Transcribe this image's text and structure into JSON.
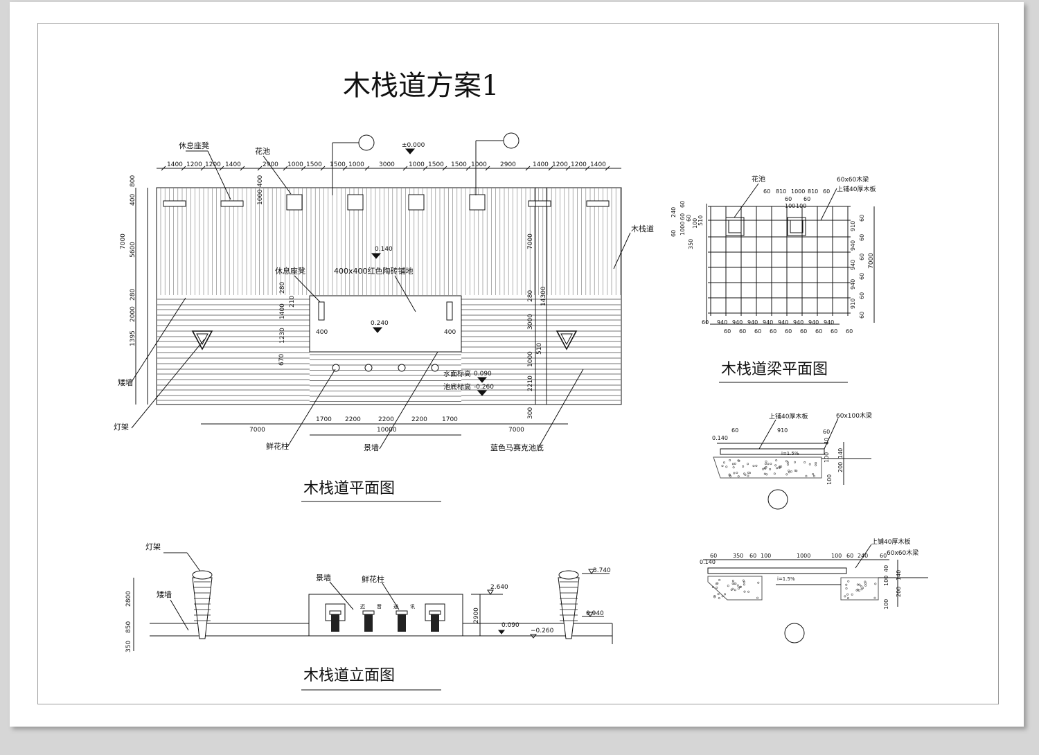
{
  "title": "木栈道方案1",
  "views": {
    "plan": {
      "title": "木栈道平面图",
      "elevation_mark": "±0.000",
      "top_dims": [
        "1400",
        "1200",
        "1200",
        "1400",
        "2900",
        "1000",
        "1500",
        "1500",
        "1000",
        "3000",
        "1000",
        "1500",
        "1500",
        "1000",
        "2900",
        "1400",
        "1200",
        "1200",
        "1400"
      ],
      "left_dims": [
        "800",
        "400",
        "1000",
        "5600",
        "280",
        "2000",
        "1395",
        "670",
        "7000"
      ],
      "left_small_dims": [
        "400",
        "280",
        "210",
        "1400",
        "1230"
      ],
      "right_dims": [
        "7000",
        "14300",
        "280",
        "3000",
        "510",
        "1000",
        "2210",
        "300"
      ],
      "bottom_dims": [
        "7000",
        "1700",
        "2200",
        "2200",
        "2200",
        "1700",
        "7000",
        "10000"
      ],
      "labels": {
        "rest_bench_top": "休息座凳",
        "planter": "花池",
        "boardwalk": "木栈道",
        "rest_bench_mid": "休息座凳",
        "red_tile": "400x400红色陶砖铺地",
        "level_0140": "0.140",
        "level_0240": "0.240",
        "dim_400_left": "400",
        "dim_400_right": "400",
        "low_wall": "矮墙",
        "light_rack": "灯架",
        "flower_column": "鲜花柱",
        "feature_wall": "景墙",
        "blue_mosaic": "蓝色马赛克池底",
        "water_level": "水面标高",
        "water_level_value": "0.090",
        "pool_bottom": "池底标高",
        "pool_bottom_value": "-0.260"
      }
    },
    "beam_plan": {
      "title": "木栈道梁平面图",
      "labels": {
        "planter": "花池",
        "beam": "60x60木梁",
        "board": "上铺40厚木板"
      },
      "top_dims": [
        "60",
        "810",
        "1000",
        "810",
        "60"
      ],
      "top_dims2": [
        "60",
        "60"
      ],
      "top_dims3": [
        "100",
        "100"
      ],
      "left_dims": [
        "60",
        "240",
        "60",
        "60",
        "1000",
        "350",
        "60",
        "100",
        "510"
      ],
      "right_dims": [
        "60",
        "910",
        "60",
        "940",
        "60",
        "940",
        "60",
        "940",
        "60",
        "910",
        "60"
      ],
      "right_total": "7000",
      "bottom_dims": [
        "60",
        "940",
        "940",
        "940",
        "940",
        "940",
        "940",
        "940",
        "940"
      ],
      "bottom_dims2": [
        "60",
        "60",
        "60",
        "60",
        "60",
        "60",
        "60",
        "60",
        "60"
      ]
    },
    "section1": {
      "labels": {
        "board": "上铺40厚木板",
        "beam": "60x100木梁",
        "level": "0.140",
        "slope": "i=1.5%"
      },
      "dims": [
        "60",
        "910",
        "60",
        "40",
        "100",
        "140",
        "200",
        "100"
      ]
    },
    "section2": {
      "labels": {
        "board": "上铺40厚木板",
        "beam": "60x60木梁",
        "level": "0.140",
        "slope": "i=1.5%"
      },
      "dims": [
        "60",
        "350",
        "60",
        "100",
        "1000",
        "100",
        "60",
        "240",
        "60",
        "40",
        "100",
        "140",
        "200",
        "100"
      ]
    },
    "elevation": {
      "title": "木栈道立面图",
      "labels": {
        "light_rack": "灯架",
        "low_wall": "矮墙",
        "feature_wall": "景墙",
        "flower_column": "鲜花柱",
        "wall_text": [
          "迈",
          "晋",
          "通",
          "讯"
        ],
        "lv_3740": "3.740",
        "lv_2640": "2.640",
        "lv_0940": "0.940",
        "lv_0090": "0.090",
        "lv_m0260": "−0.260"
      },
      "left_dims": [
        "2800",
        "850",
        "350"
      ],
      "right_dim": "2900"
    }
  }
}
